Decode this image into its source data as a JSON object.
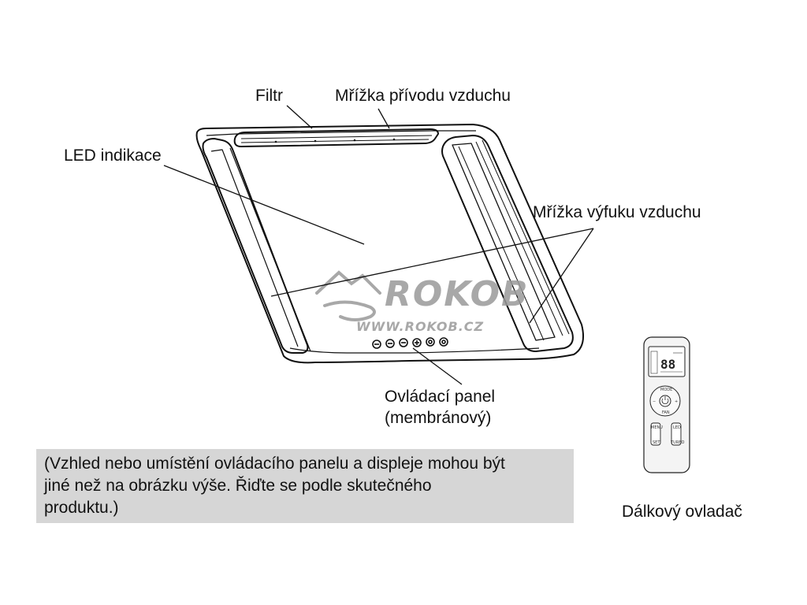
{
  "labels": {
    "filter": "Filtr",
    "intake_grille": "Mřížka přívodu vzduchu",
    "led_indication": "LED indikace",
    "exhaust_grille": "Mřížka výfuku vzduchu",
    "control_panel_line1": "Ovládací panel",
    "control_panel_line2": "(membránový)",
    "remote_control": "Dálkový ovladač"
  },
  "note": {
    "line1": "(Vzhled nebo umístění ovládacího panelu a displeje mohou být",
    "line2": "jiné než na obrázku výše. Řiďte se podle skutečného",
    "line3": "produktu.)"
  },
  "watermark": {
    "brand": "ROKOB",
    "url": "WWW.ROKOB.CZ"
  },
  "remote": {
    "mode_label": "MODE",
    "fan_label": "FAN",
    "minus_label": "−",
    "plus_label": "+",
    "menu_label": "MENU",
    "led_label": "LED",
    "set_label": "SET",
    "turbo_label": "TURBO",
    "display_digits": "88"
  },
  "colors": {
    "line": "#111111",
    "note_background": "#d6d6d6",
    "watermark": "#9a9a9a"
  }
}
